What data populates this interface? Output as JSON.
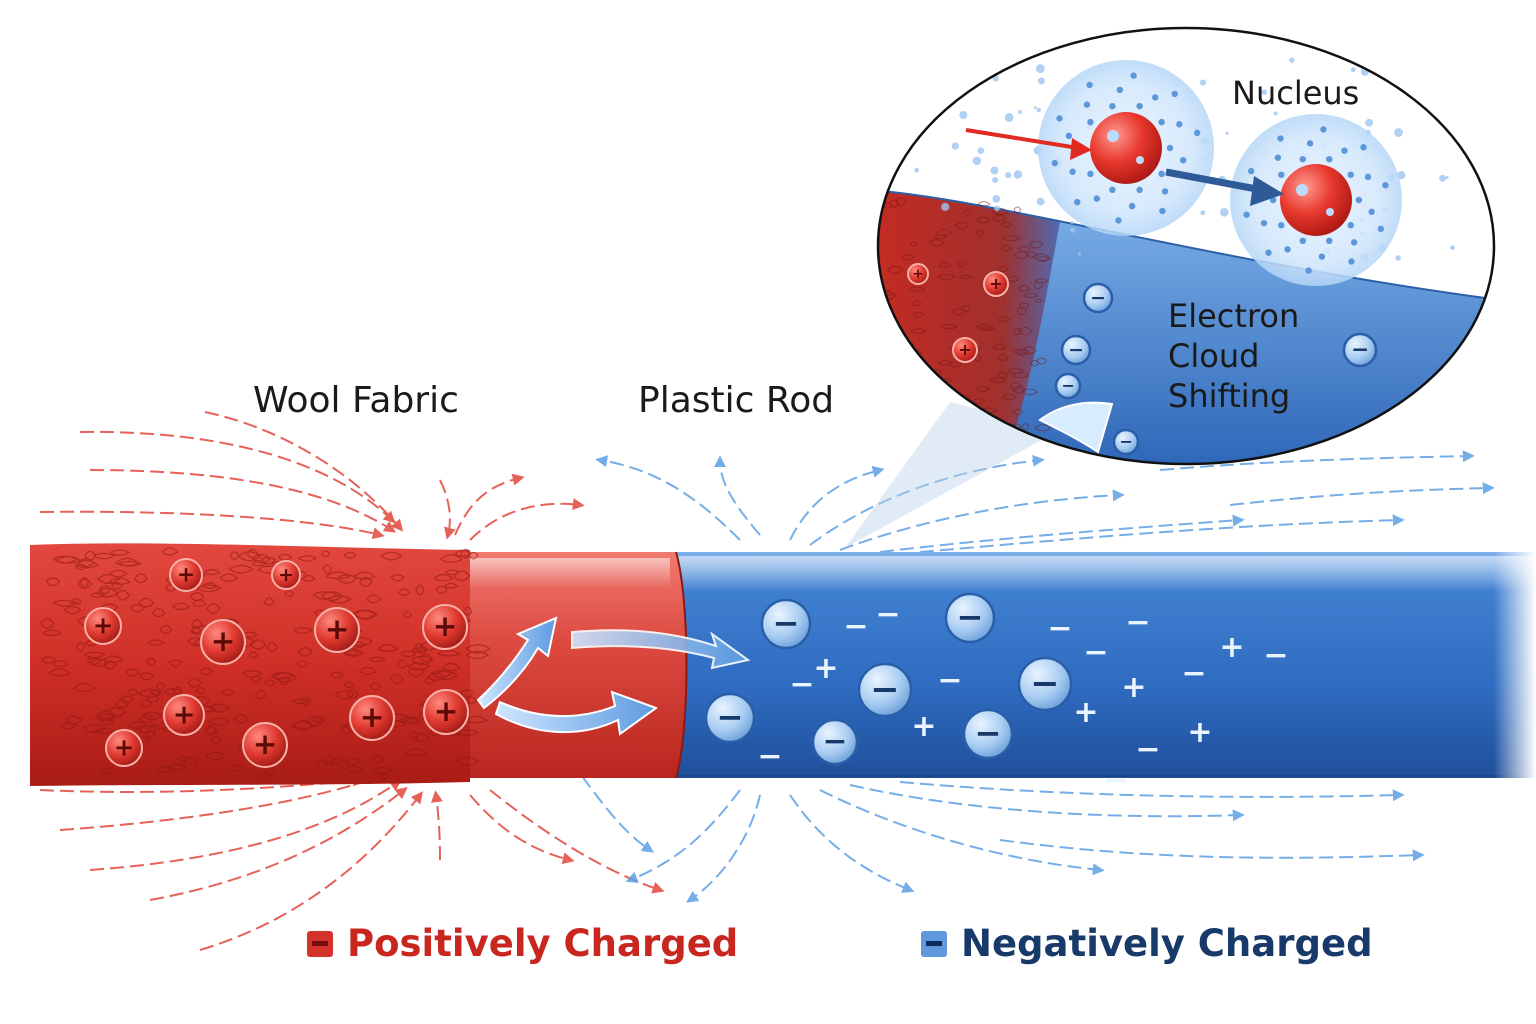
{
  "labels": {
    "wool_fabric": "Wool Fabric",
    "plastic_rod": "Plastic Rod",
    "nucleus": "Nucleus",
    "electron_cloud_lines": [
      "Electron",
      "Cloud",
      "Shifting"
    ]
  },
  "legend": {
    "positive": "Positively Charged",
    "negative": "Negatively Charged"
  },
  "symbols": {
    "plus": "+",
    "minus": "−"
  },
  "colors": {
    "positive": "#d2332b",
    "positive_dark": "#a71d17",
    "negative": "#2f6fc4",
    "negative_light": "#a9cdf2",
    "field_red": "#e2463c",
    "field_blue": "#5e9fe3"
  },
  "icons": [
    "plus-charge-icon",
    "minus-charge-icon",
    "transfer-arrow-icon",
    "nucleus-icon",
    "electron-cloud-icon"
  ]
}
